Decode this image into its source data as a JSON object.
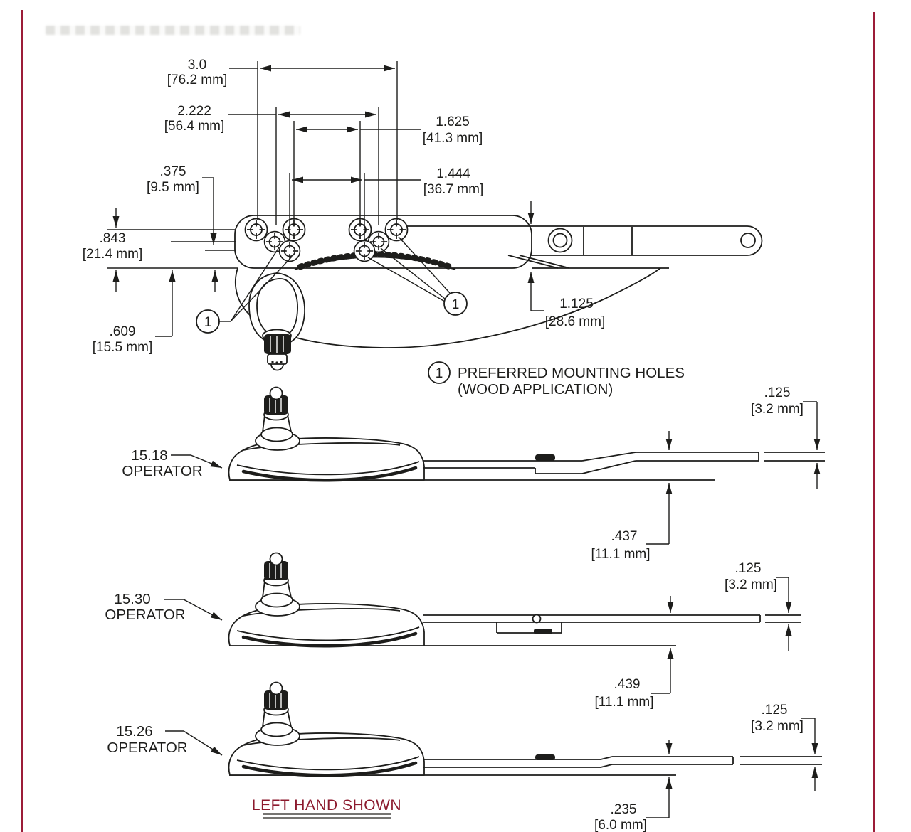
{
  "colors": {
    "ink": "#1d1d1b",
    "red_border": "#9c1c38",
    "red_text": "#8c1a2e",
    "paper": "#ffffff"
  },
  "top_view": {
    "balloon": "1",
    "legend": {
      "balloon": "1",
      "line1": "PREFERRED MOUNTING HOLES",
      "line2": "(WOOD APPLICATION)"
    },
    "dims": {
      "width_3_0": {
        "in": "3.0",
        "mm": "[76.2 mm]"
      },
      "width_2_222": {
        "in": "2.222",
        "mm": "[56.4 mm]"
      },
      "width_1_625": {
        "in": "1.625",
        "mm": "[41.3 mm]"
      },
      "width_1_444": {
        "in": "1.444",
        "mm": "[36.7 mm]"
      },
      "offset_375": {
        "in": ".375",
        "mm": "[9.5 mm]"
      },
      "offset_843": {
        "in": ".843",
        "mm": "[21.4 mm]"
      },
      "offset_609": {
        "in": ".609",
        "mm": "[15.5 mm]"
      },
      "offset_1_125": {
        "in": "1.125",
        "mm": "[28.6 mm]"
      }
    }
  },
  "side_views": [
    {
      "model": "15.18",
      "role": "OPERATOR",
      "arm_thickness": {
        "in": ".125",
        "mm": "[3.2 mm]"
      },
      "arm_offset": {
        "in": ".437",
        "mm": "[11.1 mm]"
      }
    },
    {
      "model": "15.30",
      "role": "OPERATOR",
      "arm_thickness": {
        "in": ".125",
        "mm": "[3.2 mm]"
      },
      "arm_offset": {
        "in": ".439",
        "mm": "[11.1 mm]"
      }
    },
    {
      "model": "15.26",
      "role": "OPERATOR",
      "arm_thickness": {
        "in": ".125",
        "mm": "[3.2 mm]"
      },
      "arm_offset": {
        "in": ".235",
        "mm": "[6.0 mm]"
      }
    }
  ],
  "footer": {
    "note": "LEFT HAND SHOWN"
  }
}
